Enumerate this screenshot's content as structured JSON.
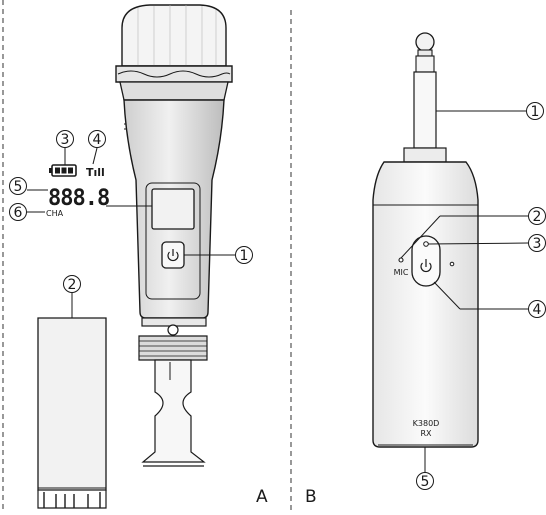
{
  "panels": {
    "a": {
      "letter": "A"
    },
    "b": {
      "letter": "B"
    }
  },
  "microphone": {
    "display": {
      "digits": "888.8",
      "channel_label": "CHA",
      "signal_label": "Tıll"
    },
    "callouts": {
      "power_button": "1",
      "battery_cell": "2",
      "battery_indicator": "3",
      "signal_indicator": "4",
      "frequency_readout": "5",
      "channel_readout": "6"
    }
  },
  "receiver": {
    "mic_label": "MIC",
    "model_line1": "K380D",
    "model_line2": "RX",
    "callouts": {
      "jack_plug": "1",
      "mic_hole": "2",
      "indicator_led": "3",
      "power_button": "4",
      "bottom_port": "5"
    }
  },
  "colors": {
    "ink": "#1a1a1a",
    "mic_body": "#e2e2e2",
    "grille": "#f2f2f2",
    "receiver_body": "#f4f4f4",
    "battery_body": "#ececec"
  }
}
